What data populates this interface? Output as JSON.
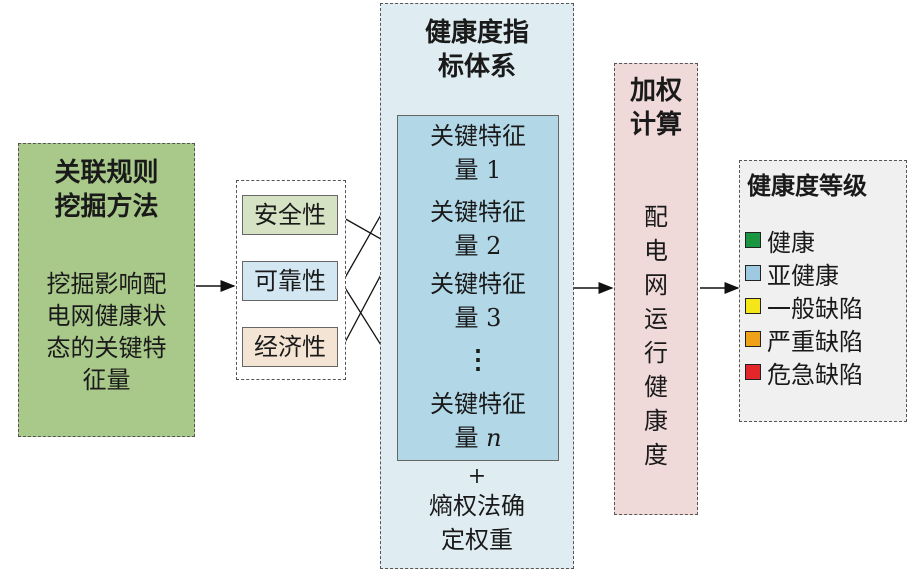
{
  "mining": {
    "title_line1": "关联规则",
    "title_line2": "挖掘方法",
    "desc_lines": [
      "挖掘影响配",
      "电网健康状",
      "态的关键特",
      "征量"
    ]
  },
  "attributes": [
    "安全性",
    "可靠性",
    "经济性"
  ],
  "index_system": {
    "title_line1": "健康度指",
    "title_line2": "标体系",
    "features": [
      {
        "line1": "关键特征",
        "line2": "量 1"
      },
      {
        "line1": "关键特征",
        "line2": "量 2"
      },
      {
        "line1": "关键特征",
        "line2": "量 3"
      },
      {
        "line1": "关键特征",
        "line2": "量 n"
      }
    ],
    "ellipsis": "⋮",
    "plus": "+",
    "method_line1": "熵权法确",
    "method_line2": "定权重"
  },
  "weighting": {
    "title_line1": "加权",
    "title_line2": "计算",
    "vertical_chars": [
      "配",
      "电",
      "网",
      "运",
      "行",
      "健",
      "康",
      "度"
    ]
  },
  "grades": {
    "title": "健康度等级",
    "items": [
      {
        "label": "健康",
        "color": "#1a9641"
      },
      {
        "label": "亚健康",
        "color": "#9ecae1"
      },
      {
        "label": "一般缺陷",
        "color": "#f5e61a"
      },
      {
        "label": "严重缺陷",
        "color": "#f0a11a"
      },
      {
        "label": "危急缺陷",
        "color": "#e3262a"
      }
    ]
  },
  "colors": {
    "mining_fill": "#a9c98a",
    "safety_fill": "#d5e2c3",
    "reliability_fill": "#d3e7f2",
    "economy_fill": "#f3e4d3",
    "index_outer_fill": "#dfedf2",
    "index_inner_fill": "#b2d8e8",
    "weighting_fill": "#efd9d9",
    "grades_fill": "#f0f0f0"
  }
}
